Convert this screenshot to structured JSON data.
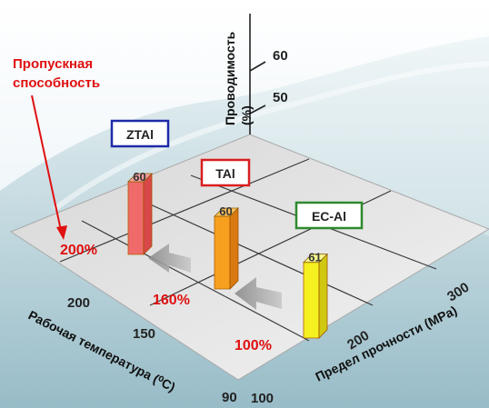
{
  "chart_data": {
    "type": "bar",
    "x_axis": {
      "title": "Рабочая температура (⁰C)",
      "ticks": [
        "200",
        "150",
        "90"
      ]
    },
    "y_axis": {
      "title": "Предел прочности (MPa)",
      "ticks": [
        "100",
        "200",
        "300"
      ]
    },
    "z_axis": {
      "title": "Проводимость",
      "unit": "(%)",
      "ticks": [
        "50",
        "60"
      ]
    },
    "annotation": "Пропускная способность",
    "bars": [
      {
        "alloy": "ZTAl",
        "conductivity": 60,
        "temperature": 200,
        "strength": 100,
        "throughput": "200%",
        "box_color": "#1f2aa8"
      },
      {
        "alloy": "TAl",
        "conductivity": 60,
        "temperature": 150,
        "strength": 200,
        "throughput": "160%",
        "box_color": "#d81e1e"
      },
      {
        "alloy": "EC-Al",
        "conductivity": 61,
        "temperature": 90,
        "strength": 300,
        "throughput": "100%",
        "box_color": "#2d8a2d"
      }
    ],
    "colors": {
      "accent_red": "#e01010",
      "bar_red": "#f06a6a",
      "bar_orange": "#f7a020",
      "bar_yellow": "#f5f020"
    }
  }
}
